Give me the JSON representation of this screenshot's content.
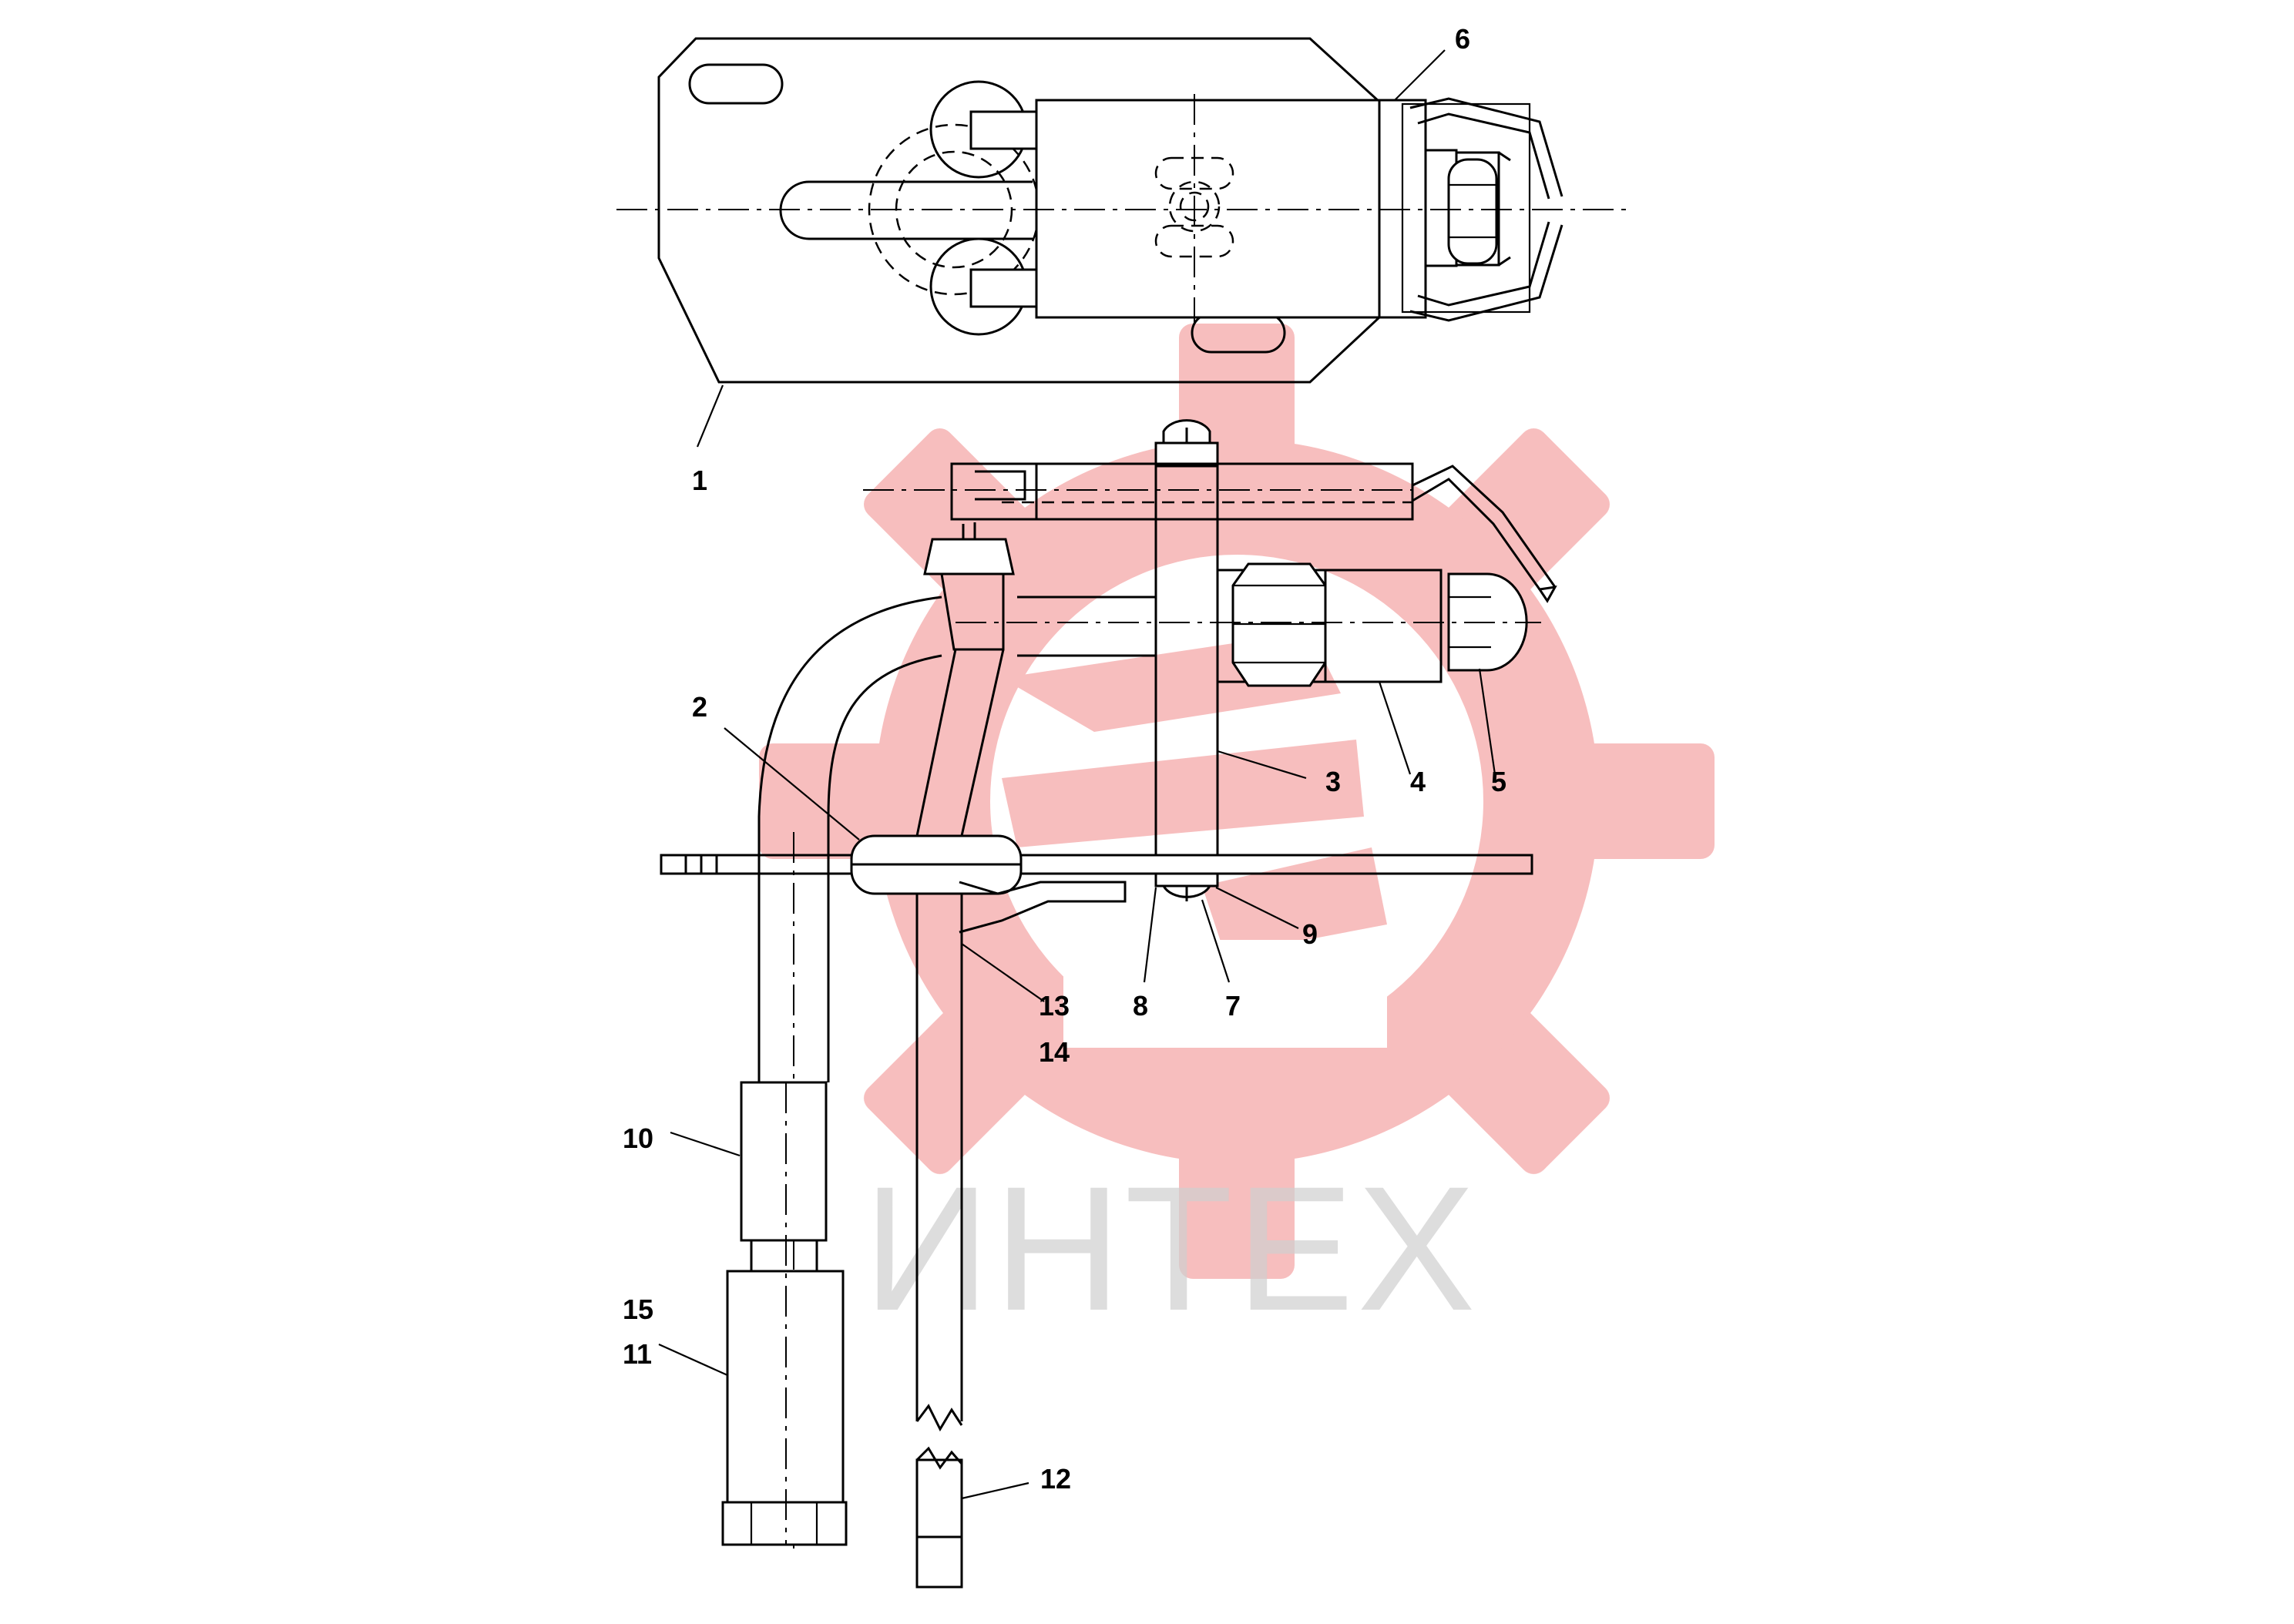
{
  "watermark": {
    "text": "ИНТЕХ",
    "gear_color": "#f6b3b3",
    "text_color": "#cfcfcf"
  },
  "callouts": [
    "1",
    "2",
    "3",
    "4",
    "5",
    "6",
    "7",
    "8",
    "9",
    "10",
    "11",
    "12",
    "13",
    "14",
    "15"
  ]
}
